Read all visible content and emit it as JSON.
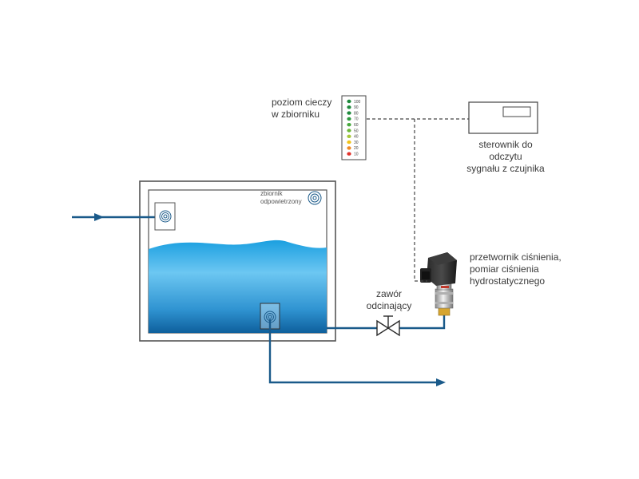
{
  "labels": {
    "level_indicator_line1": "poziom cieczy",
    "level_indicator_line2": "w zbiorniku",
    "controller_line1": "sterownik do odczytu",
    "controller_line2": "sygnału z czujnika",
    "vent_line1": "zbiornik",
    "vent_line2": "odpowietrzony",
    "valve_line1": "zawór",
    "valve_line2": "odcinający",
    "transmitter_line1": "przetwornik ciśnienia,",
    "transmitter_line2": "pomiar ciśnienia",
    "transmitter_line3": "hydrostatycznego"
  },
  "level_scale": {
    "ticks": [
      "100",
      "90",
      "80",
      "70",
      "60",
      "50",
      "40",
      "30",
      "20",
      "10"
    ],
    "colors": [
      "#1e8a3c",
      "#1e8a3c",
      "#1e8a3c",
      "#2e9a3f",
      "#46a83c",
      "#6db83a",
      "#a8c83a",
      "#f0c419",
      "#f08a24",
      "#e2322b"
    ]
  },
  "colors": {
    "pipe": "#1a5a8a",
    "water_top": "#1b9fe0",
    "water_bottom": "#0e5f9c",
    "tank_frame": "#555555",
    "dashed_signal": "#444444"
  },
  "icons": {
    "inlet": "concentric-circles-icon",
    "outlet": "concentric-circles-icon",
    "vent": "concentric-circles-icon",
    "valve": "gate-valve-icon",
    "transmitter": "pressure-transmitter-icon",
    "controller": "controller-box-icon"
  }
}
